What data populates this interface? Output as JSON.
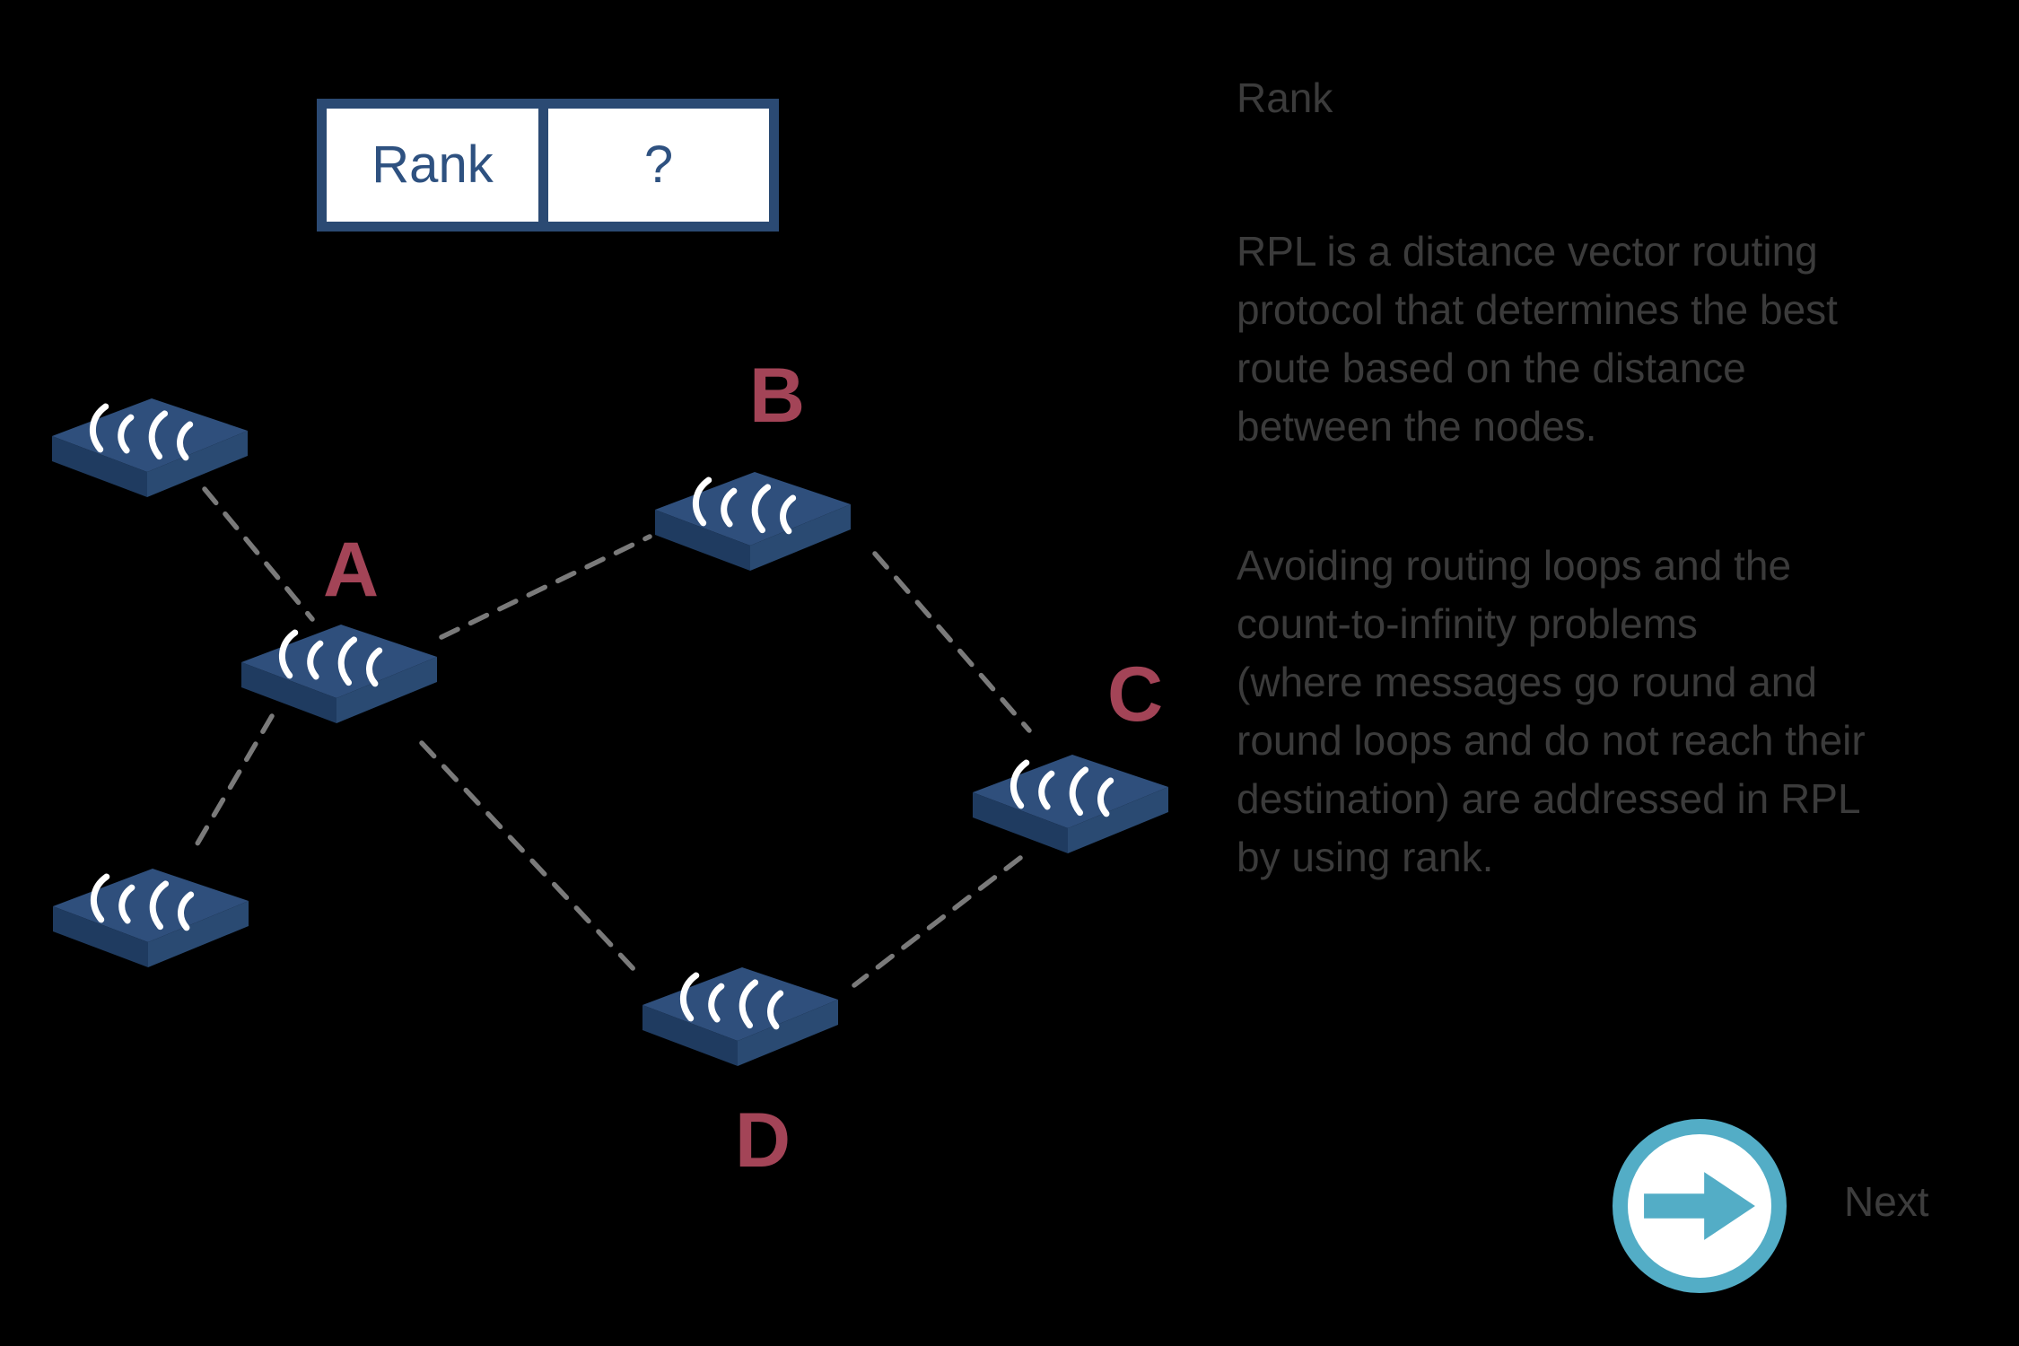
{
  "slide": {
    "background_color": "#000000"
  },
  "rank_table": {
    "header": "Rank",
    "value": "?",
    "border_color": "#2b4a73",
    "text_color": "#2e5180"
  },
  "panel": {
    "heading": "Rank",
    "paragraph1": "RPL is a distance vector routing\nprotocol that determines the best\nroute based on the distance\nbetween the nodes.",
    "paragraph2": "Avoiding routing loops and the\ncount-to-infinity problems\n(where messages go round and\nround loops and do not reach their\ndestination) are addressed in RPL\nby using rank.",
    "text_color": "#3b3b3b"
  },
  "diagram": {
    "nodes": [
      {
        "id": "node-top-left",
        "label": ""
      },
      {
        "id": "node-a",
        "label": "A"
      },
      {
        "id": "node-b",
        "label": "B"
      },
      {
        "id": "node-c",
        "label": "C"
      },
      {
        "id": "node-d",
        "label": "D"
      },
      {
        "id": "node-bottom-left",
        "label": ""
      }
    ],
    "links": [
      {
        "from": "node-top-left",
        "to": "node-a"
      },
      {
        "from": "node-a",
        "to": "node-b"
      },
      {
        "from": "node-a",
        "to": "node-bottom-left"
      },
      {
        "from": "node-a",
        "to": "node-d"
      },
      {
        "from": "node-b",
        "to": "node-c"
      },
      {
        "from": "node-c",
        "to": "node-d"
      }
    ],
    "node_label_color": "#a34457",
    "node_top_color": "#2f4f7c",
    "node_front_color": "#1f3b60",
    "node_side_color": "#2a4a72",
    "link_color": "#7a7a7a"
  },
  "footer": {
    "next_label": "Next",
    "accent_color": "#53adc6"
  }
}
